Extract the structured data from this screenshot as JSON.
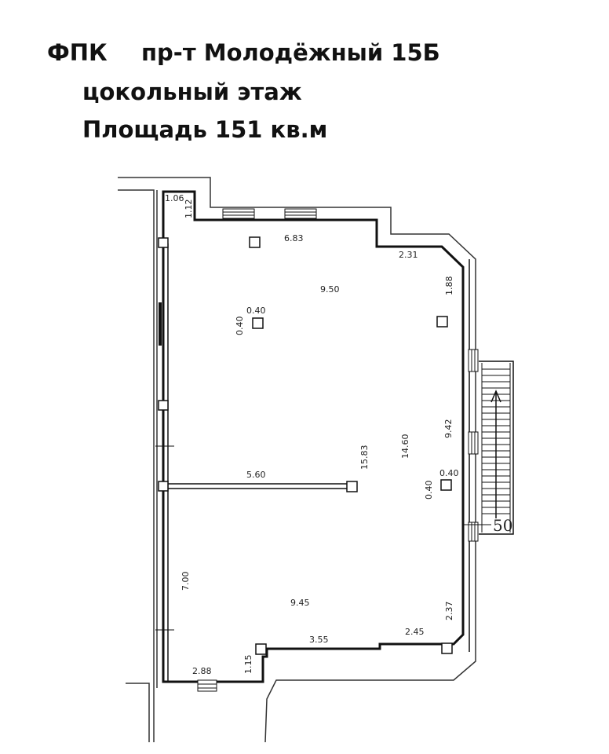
{
  "header": {
    "org": "ФПК",
    "address": "пр-т Молодёжный 15Б",
    "floor": "цокольный этаж",
    "area": "Площадь 151 кв.м"
  },
  "plan": {
    "dimensions": {
      "d_106": "1.06",
      "d_112": "1.12",
      "d_683": "6.83",
      "d_231": "2.31",
      "d_188": "1.88",
      "d_950": "9.50",
      "d_040_a": "0.40",
      "d_040_b": "0.40",
      "d_942": "9.42",
      "d_1460": "14.60",
      "d_1583": "15.83",
      "d_560": "5.60",
      "d_040_c": "0.40",
      "d_040_d": "0.40",
      "d_700": "7.00",
      "d_945": "9.45",
      "d_237": "2.37",
      "d_355": "3.55",
      "d_245": "2.45",
      "d_115": "1.15",
      "d_288": "2.88"
    },
    "stair_label": "50"
  }
}
